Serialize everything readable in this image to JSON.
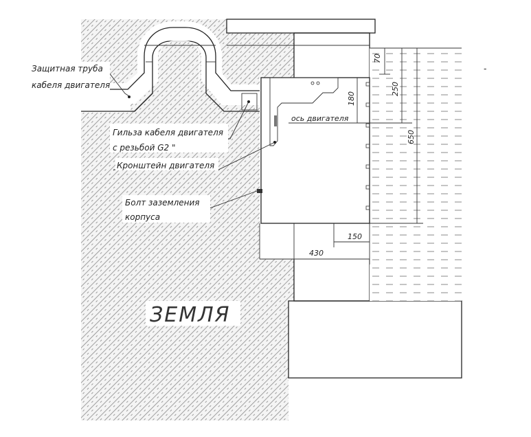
{
  "labels": {
    "protective_pipe_line1": "Защитная труба",
    "protective_pipe_line2": "кабеля двигателя",
    "sleeve_line1": "Гильза кабеля двигателя",
    "sleeve_line2": "с резьбой G2 \"",
    "bracket": "Кронштейн двигателя",
    "bolt_line1": "Болт заземления",
    "bolt_line2": "корпуса",
    "motor_axis": "ось двигателя",
    "ground": "ЗЕМЛЯ"
  },
  "dimensions": {
    "d70": "70",
    "d180": "180",
    "d250": "250",
    "d650": "650",
    "d150": "150",
    "d430": "430"
  },
  "misc": {
    "side_dash": "-"
  },
  "colors": {
    "line": "#222222",
    "hatch": "#8a8a8a",
    "water_dash": "#6c6c6c",
    "background": "#ffffff"
  }
}
